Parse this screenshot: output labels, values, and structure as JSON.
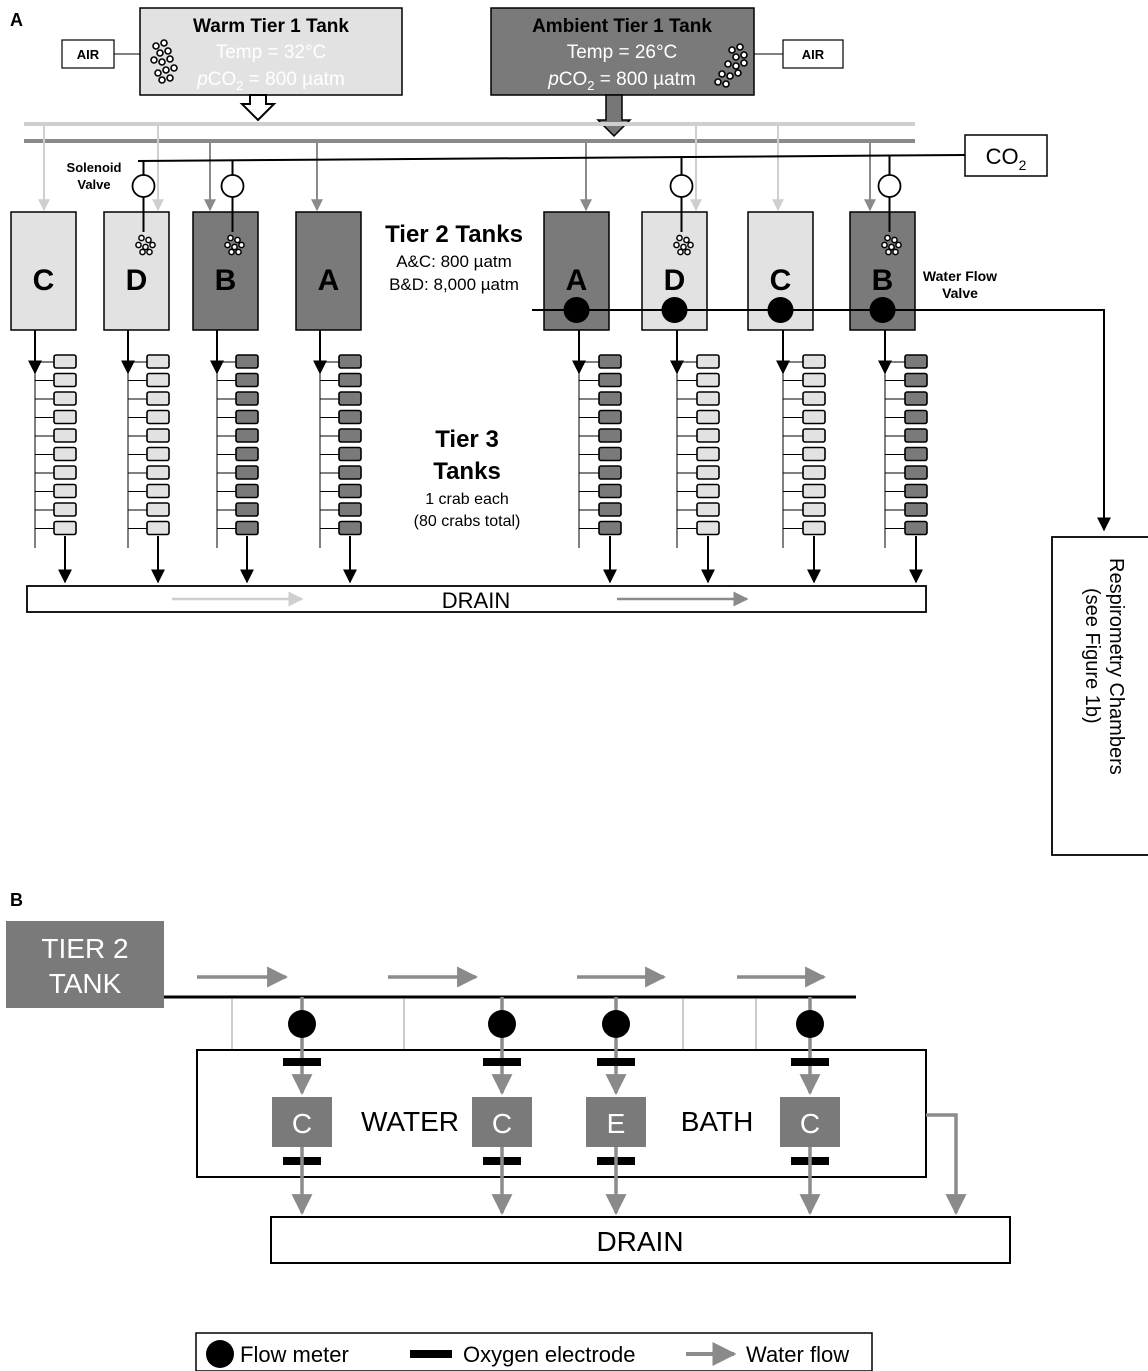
{
  "colors": {
    "light": "#e2e2e2",
    "dark": "#7a7a7a",
    "lightLine": "#cfcfcf",
    "darkLine": "#8a8a8a",
    "black": "#000000",
    "grayArrow": "#8c8c8c"
  },
  "panelA": {
    "label": "A",
    "warmTank": {
      "title": "Warm Tier 1 Tank",
      "temp": "Temp = 32°C",
      "pco2_prefix": "p",
      "pco2_main": "CO",
      "pco2_sub": "2",
      "pco2_value": " = 800 µatm"
    },
    "ambientTank": {
      "title": "Ambient Tier 1 Tank",
      "temp": "Temp = 26°C",
      "pco2_prefix": "p",
      "pco2_main": "CO",
      "pco2_sub": "2",
      "pco2_value": " = 800 µatm"
    },
    "airLeft": "AIR",
    "airRight": "AIR",
    "co2": {
      "main": "CO",
      "sub": "2"
    },
    "solenoid": {
      "line1": "Solenoid",
      "line2": "Valve"
    },
    "waterFlowValve": {
      "line1": "Water Flow",
      "line2": "Valve"
    },
    "tier2": {
      "title": "Tier 2 Tanks",
      "line1": "A&C: 800 µatm",
      "line2": "B&D: 8,000 µatm"
    },
    "tier3": {
      "line1": "Tier 3",
      "line2": "Tanks",
      "line3": "1 crab each",
      "line4": "(80 crabs total)"
    },
    "drain": "DRAIN",
    "respirometry": {
      "line1": "Respirometry Chambers",
      "line2": "(see Figure 1b)"
    },
    "tanks": [
      {
        "letter": "C",
        "shade": "light"
      },
      {
        "letter": "D",
        "shade": "light"
      },
      {
        "letter": "B",
        "shade": "dark"
      },
      {
        "letter": "A",
        "shade": "dark"
      },
      {
        "letter": "A",
        "shade": "dark"
      },
      {
        "letter": "D",
        "shade": "light"
      },
      {
        "letter": "C",
        "shade": "light"
      },
      {
        "letter": "B",
        "shade": "dark"
      }
    ]
  },
  "panelB": {
    "label": "B",
    "tier2Tank": {
      "line1": "TIER 2",
      "line2": "TANK"
    },
    "bath": {
      "word1": "WATER",
      "word2": "BATH"
    },
    "chambers": [
      "C",
      "C",
      "E",
      "C"
    ],
    "drain": "DRAIN",
    "legend": {
      "flowMeter": "Flow meter",
      "oxygenElectrode": "Oxygen electrode",
      "waterFlow": "Water flow"
    }
  }
}
